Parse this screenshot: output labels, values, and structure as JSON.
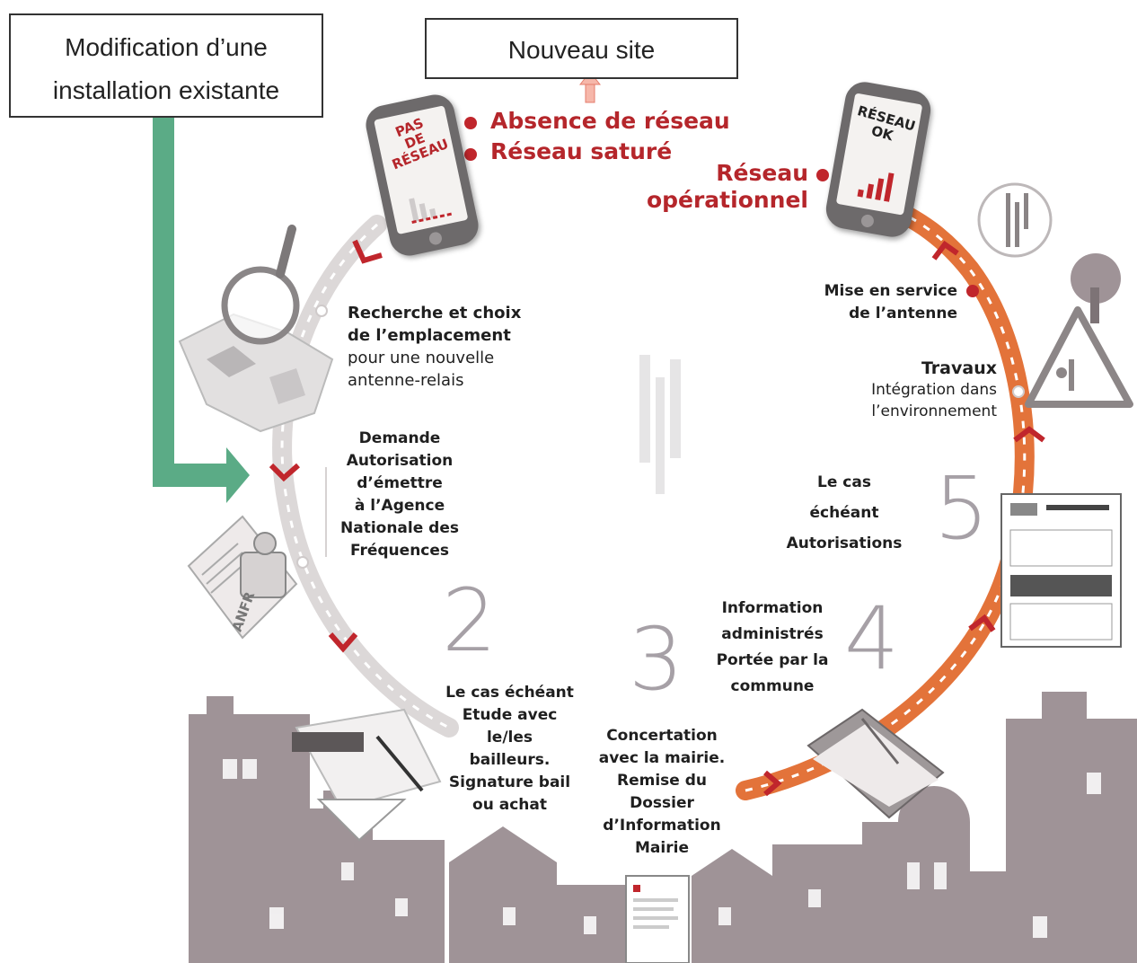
{
  "boxes": {
    "modification_line1": "Modification d’une",
    "modification_line2": "installation existante",
    "nouveau_site": "Nouveau site"
  },
  "phone_left": {
    "line1": "PAS",
    "line2": "DE",
    "line3": "RÉSEAU"
  },
  "phone_right": {
    "line1": "RÉSEAU",
    "line2": "OK"
  },
  "status": {
    "absence": "Absence de réseau",
    "sature": "Réseau saturé",
    "operationnel_line1": "Réseau",
    "operationnel_line2": "opérationnel"
  },
  "step1": {
    "title_line1": "Recherche et choix",
    "title_line2": "de l’emplacement",
    "sub_line1": "pour une nouvelle",
    "sub_line2": "antenne-relais"
  },
  "demande": {
    "line1": "Demande",
    "line2": "Autorisation",
    "line3": "d’émettre",
    "line4": "à l’Agence",
    "line5": "Nationale des",
    "line6": "Fréquences"
  },
  "step2": {
    "line1": "Le cas échéant",
    "line2": "Etude avec",
    "line3": "le/les",
    "line4": "bailleurs.",
    "line5": "Signature bail",
    "line6": "ou achat"
  },
  "step3": {
    "line1": "Concertation",
    "line2": "avec la mairie.",
    "line3": "Remise du",
    "line4": "Dossier",
    "line5": "d’Information",
    "line6": "Mairie"
  },
  "step4": {
    "line1": "Information",
    "line2": "administrés",
    "line3": "Portée par la",
    "line4": "commune"
  },
  "step5": {
    "line1": "Le cas échéant",
    "line2": "Autorisations"
  },
  "travaux": {
    "title": "Travaux",
    "sub_line1": "Intégration dans",
    "sub_line2": "l’environnement"
  },
  "mise_en_service": {
    "line1": "Mise en service",
    "line2": "de l’antenne"
  },
  "numbers": {
    "n2": "2",
    "n3": "3",
    "n4": "4",
    "n5": "5"
  },
  "stamp_label": "ANFR",
  "colors": {
    "accent_red": "#b5262b",
    "arrow_green": "#5bab86",
    "path_orange": "#e0703a",
    "path_grey": "#d6d2d2",
    "city_grey": "#9f9397",
    "number_grey": "#a6a0a6"
  }
}
